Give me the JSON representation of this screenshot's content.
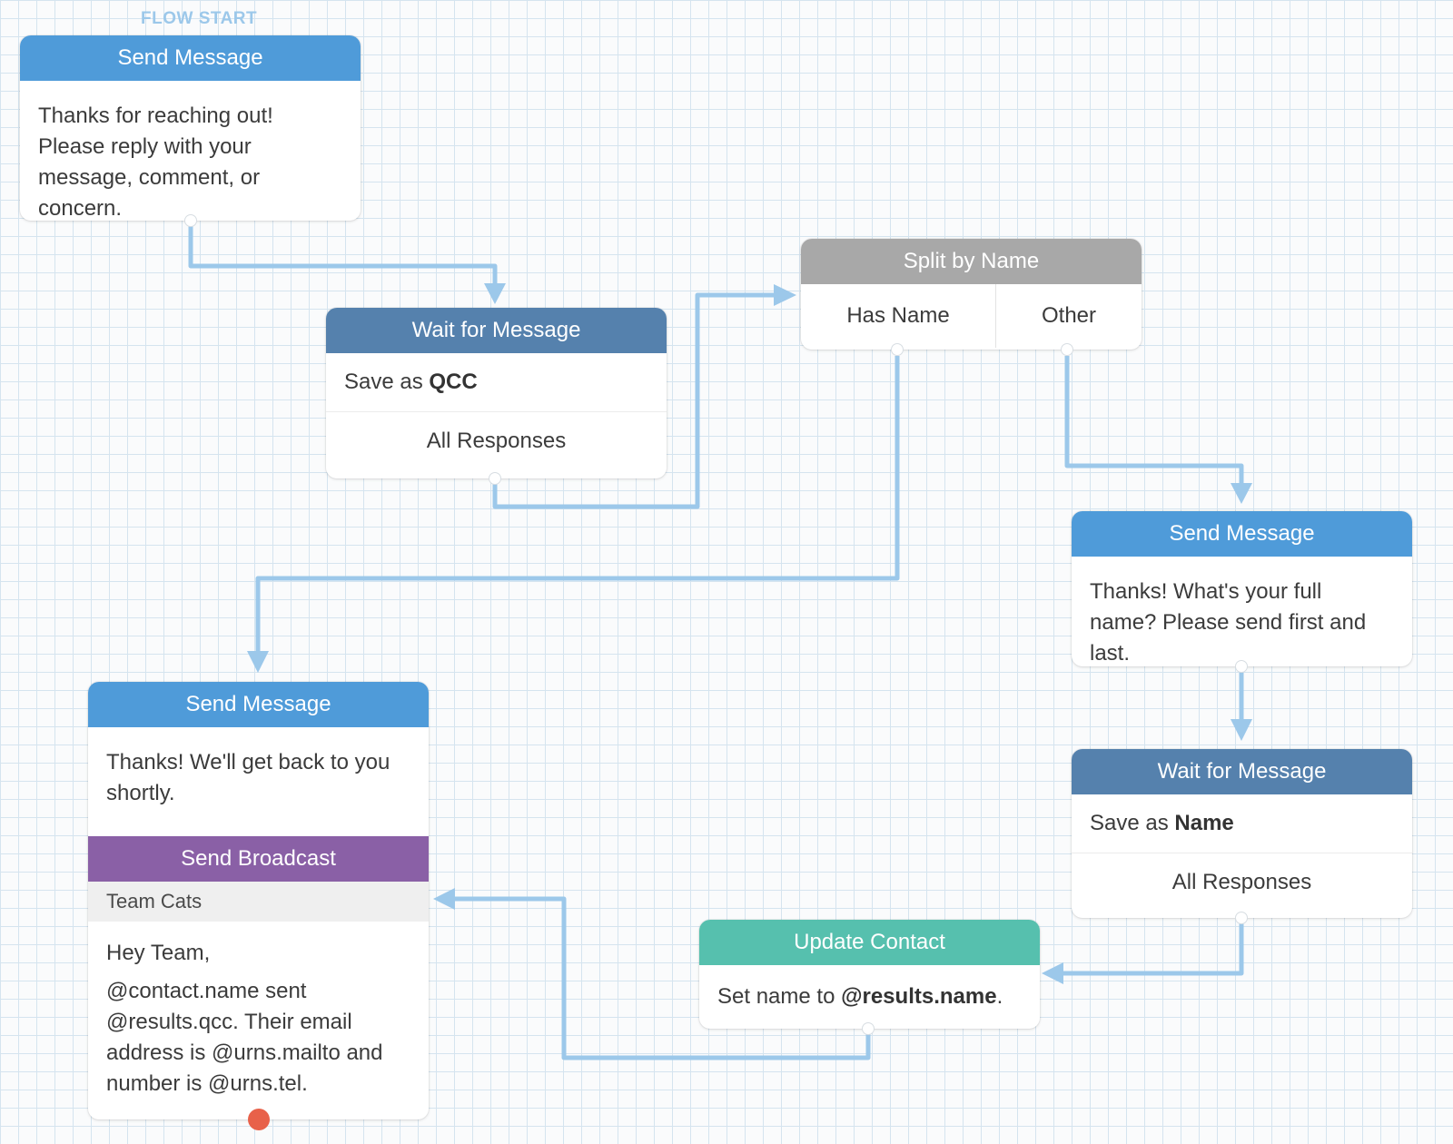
{
  "flow_start_label": "FLOW START",
  "colors": {
    "send_message": "#4f9bd9",
    "wait_for_message": "#5581ad",
    "split": "#a8a8a8",
    "update_contact": "#56c0ae",
    "send_broadcast": "#8a60a6",
    "connector": "#9cc8ea",
    "unconnected_exit": "#e8614a"
  },
  "nodes": {
    "send1": {
      "title": "Send Message",
      "text": "Thanks for reaching out! Please reply with your message, comment, or concern."
    },
    "wait1": {
      "title": "Wait for Message",
      "save_prefix": "Save as",
      "save_var": "QCC",
      "exit": "All Responses"
    },
    "split": {
      "title": "Split by Name",
      "categories": [
        "Has Name",
        "Other"
      ]
    },
    "send2": {
      "title": "Send Message",
      "text": "Thanks! What's your full name? Please send first and last."
    },
    "wait2": {
      "title": "Wait for Message",
      "save_prefix": "Save as",
      "save_var": "Name",
      "exit": "All Responses"
    },
    "update": {
      "title": "Update Contact",
      "text_prefix": "Set name to",
      "text_value": "@results.name",
      "text_suffix": "."
    },
    "send3": {
      "title": "Send Message",
      "text": "Thanks! We'll get back to you shortly.",
      "broadcast_title": "Send Broadcast",
      "broadcast_group": "Team Cats",
      "broadcast_greeting": "Hey Team,",
      "broadcast_text": "@contact.name sent @results.qcc. Their email address is @urns.mailto and number is @urns.tel."
    }
  }
}
